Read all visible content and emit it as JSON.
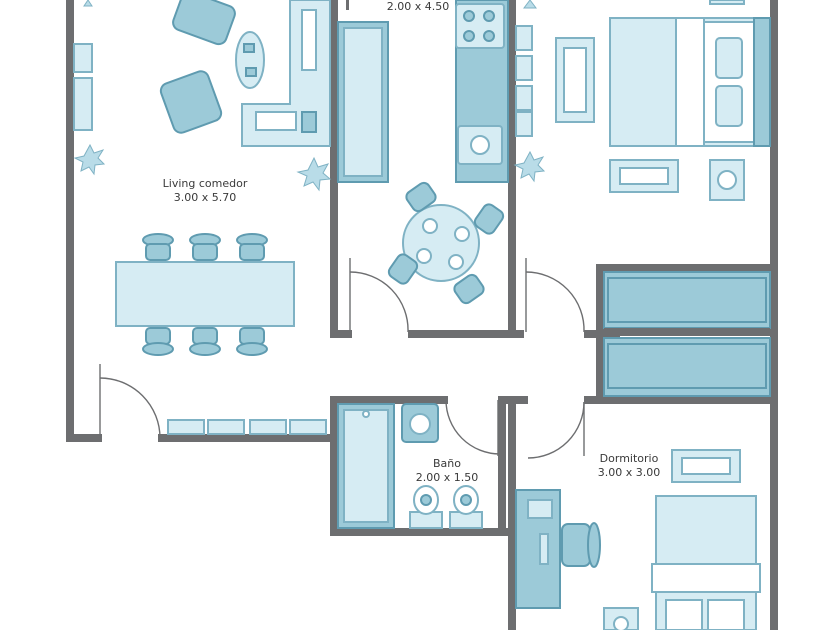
{
  "rooms": {
    "living": {
      "name": "Living comedor",
      "dims": "3.00 x 5.70"
    },
    "kitchen": {
      "dims": "2.00 x 4.50"
    },
    "bath": {
      "name": "Baño",
      "dims": "2.00 x 1.50"
    },
    "bedroom": {
      "name": "Dormitorio",
      "dims": "3.00 x 3.00"
    }
  },
  "colors": {
    "wall": "#6d6e70",
    "furniture_dark": "#9ccad8",
    "furniture_light": "#d6ecf3",
    "outline": "#5f9bb0"
  }
}
